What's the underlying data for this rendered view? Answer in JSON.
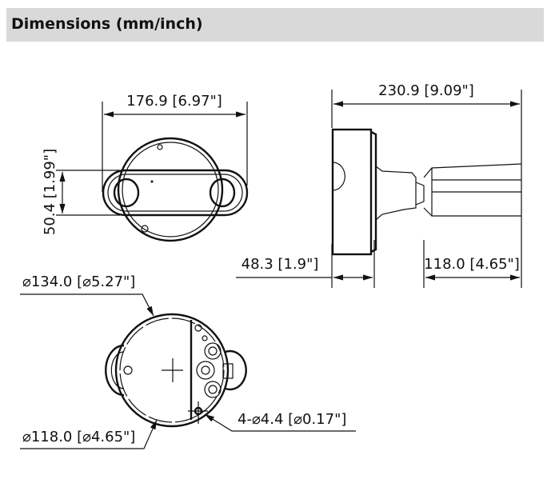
{
  "header": {
    "title": "Dimensions (mm/inch)"
  },
  "colors": {
    "header_bg": "#d9d9d9",
    "line": "#111111"
  },
  "dimensions": {
    "front_width": "176.9 [6.97\"]",
    "front_height": "50.4 [1.99\"]",
    "side_total_length": "230.9 [9.09\"]",
    "side_box_depth": "48.3 [1.9\"]",
    "side_camera_length": "118.0 [4.65\"]",
    "bottom_outer_diameter": "⌀134.0 [⌀5.27\"]",
    "bottom_inner_diameter": "⌀118.0 [⌀4.65\"]",
    "bottom_holes": "4-⌀4.4 [⌀0.17\"]"
  }
}
